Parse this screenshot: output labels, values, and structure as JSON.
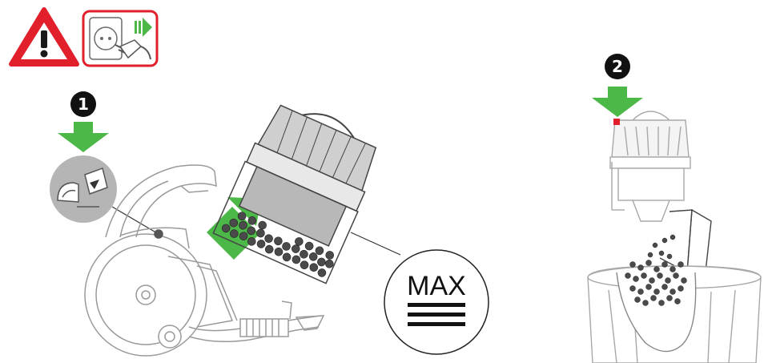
{
  "steps": [
    {
      "number": "1"
    },
    {
      "number": "2"
    }
  ],
  "max_callout": {
    "label": "MAX"
  },
  "icons": {
    "warning": "warning-triangle-icon",
    "unplug": "unplug-power-icon",
    "release_button": "bin-release-button-icon"
  },
  "colors": {
    "warning_red": "#e2202c",
    "arrow_green": "#4cb848",
    "line_art": "#9a9a9a",
    "dark_fill": "#3c3c3c",
    "circle_grey": "#b5b5b5"
  }
}
